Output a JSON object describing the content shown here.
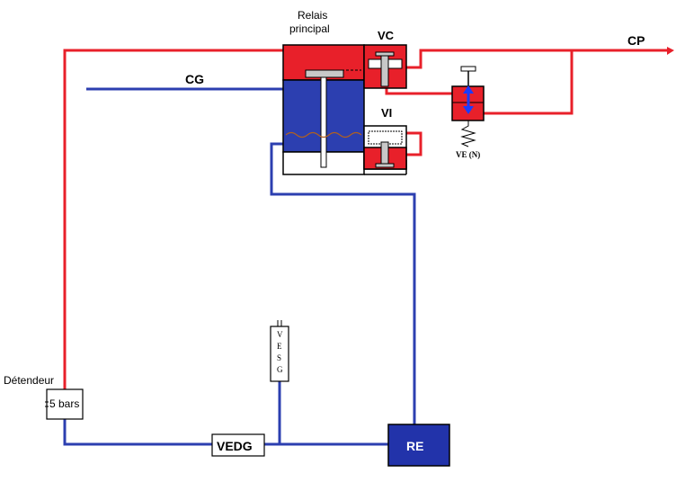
{
  "labels": {
    "relais_line1": "Relais",
    "relais_line2": "principal",
    "vc": "VC",
    "vi": "VI",
    "cp": "CP",
    "cg": "CG",
    "ve": "VE (N)",
    "detendeur": "Détendeur",
    "pressure": "5 bars",
    "vesg_letters": [
      "V",
      "E",
      "S",
      "G"
    ],
    "vedg": "VEDG",
    "re": "RE"
  },
  "colors": {
    "red": "#e8202a",
    "blue": "#2c3fb0",
    "dark_blue": "#2233aa",
    "grey": "#c8c8c8",
    "black": "#000000"
  }
}
